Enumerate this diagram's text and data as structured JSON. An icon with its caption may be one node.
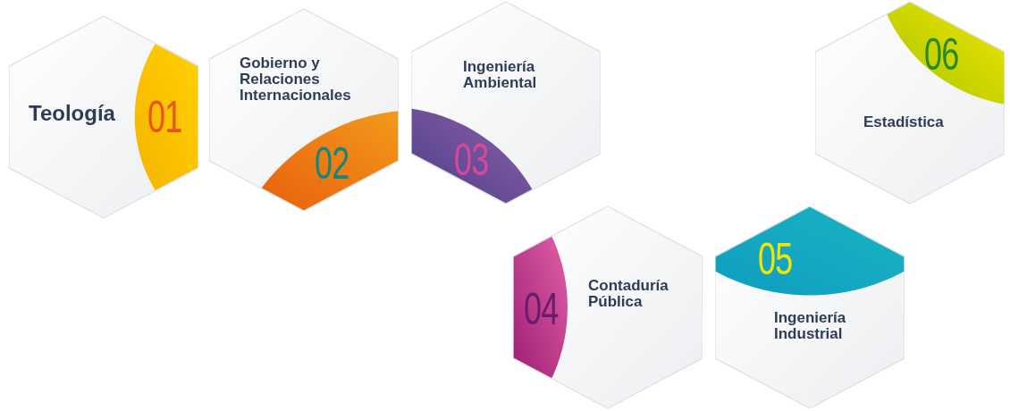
{
  "diagram": {
    "nodes": [
      {
        "text": [
          "Teología",
          "01"
        ]
      },
      {
        "text": [
          "Gobierno y Relaciones Internacionales",
          "02"
        ]
      },
      {
        "text": [
          "Ingeniería Ambiental",
          "03"
        ]
      },
      {
        "text": [
          "Contaduría Pública",
          "04"
        ]
      },
      {
        "text": [
          "05",
          "Ingeniería Industrial"
        ]
      },
      {
        "text": [
          "06",
          "Estadística"
        ]
      }
    ]
  }
}
